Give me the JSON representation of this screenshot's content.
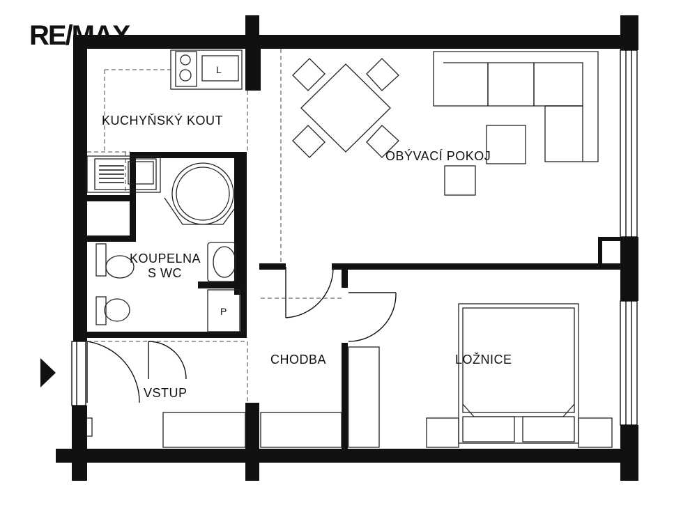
{
  "logo": {
    "text": "RE/MAX"
  },
  "rooms": {
    "kitchen": "KUCHYŇSKÝ KOUT",
    "living": "OBÝVACÍ POKOJ",
    "bath_line1": "KOUPELNA",
    "bath_line2": "S WC",
    "hall": "CHODBA",
    "bedroom": "LOŽNICE",
    "entry": "VSTUP"
  },
  "fixtures": {
    "fridge_mark": "L",
    "pantry_mark": "P"
  },
  "icons": {
    "entry": "entry-arrow-icon",
    "stove": "stove-icon",
    "sink": "sink-icon",
    "toilet": "toilet-icon",
    "bidet": "bidet-icon",
    "shower": "shower-icon",
    "washbasin": "washbasin-icon"
  },
  "colors": {
    "walls": "#111111",
    "background": "#ffffff"
  }
}
